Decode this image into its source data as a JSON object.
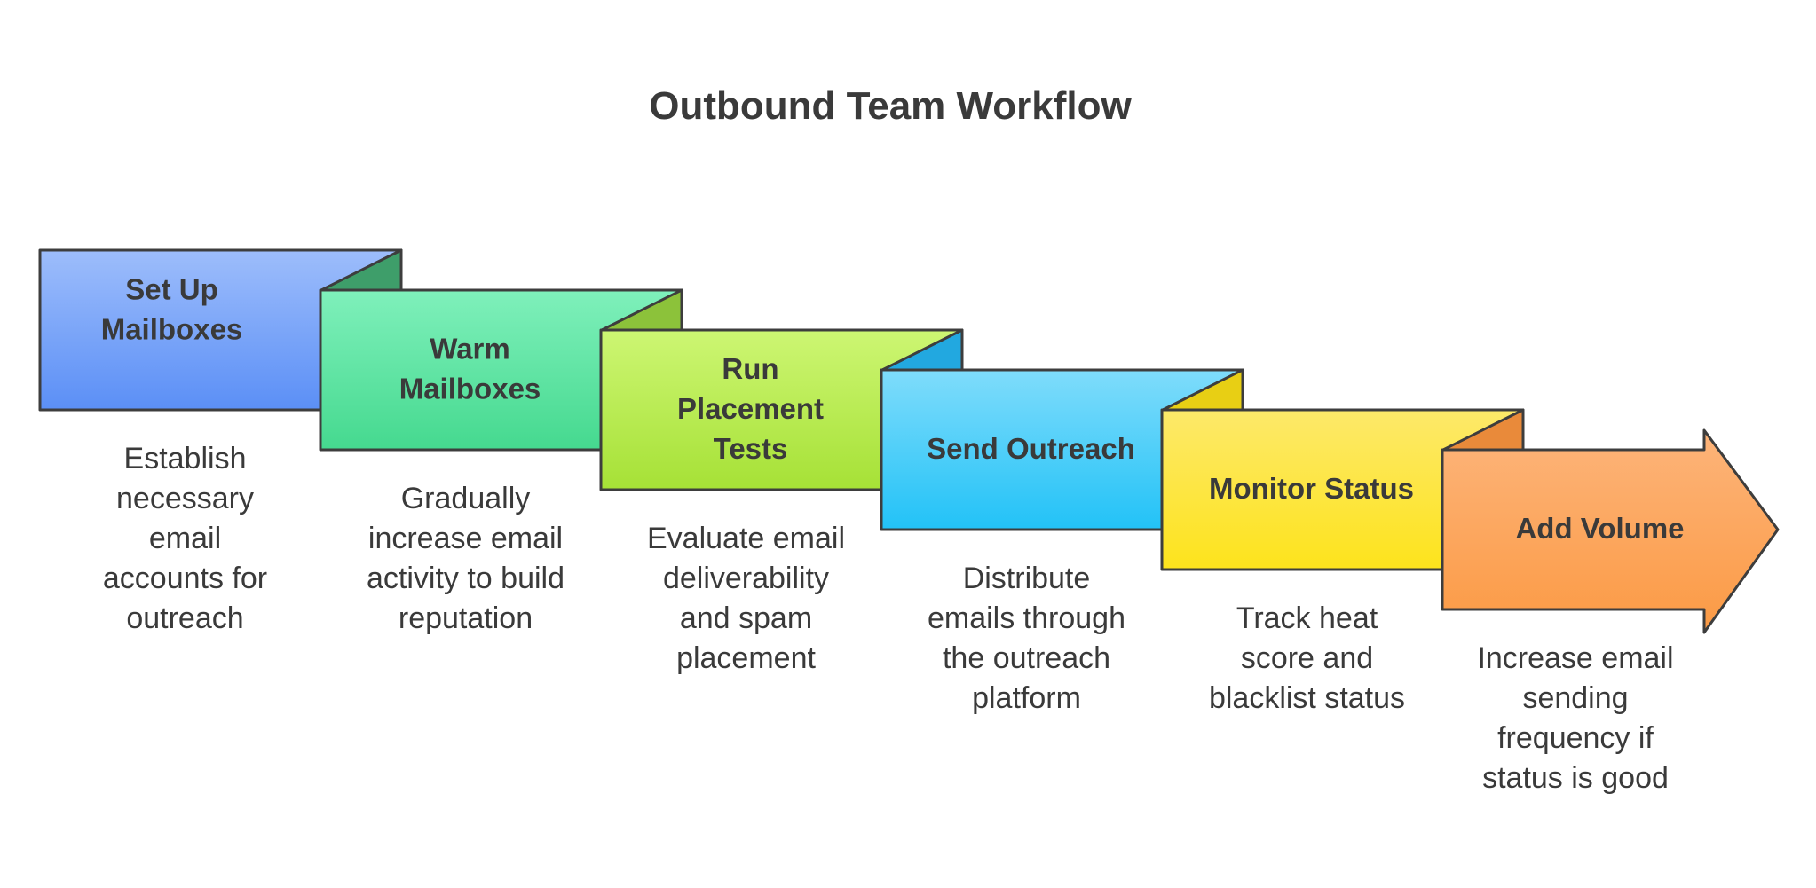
{
  "title": "Outbound Team Workflow",
  "steps": [
    {
      "label_lines": [
        "Set Up",
        "Mailboxes"
      ],
      "desc_lines": [
        "Establish",
        "necessary",
        "email",
        "accounts for",
        "outreach"
      ],
      "color_top": "#9dbdfb",
      "color_bottom": "#5b8ff6",
      "fold_color": "#3e9e6a"
    },
    {
      "label_lines": [
        "Warm",
        "Mailboxes"
      ],
      "desc_lines": [
        "Gradually",
        "increase email",
        "activity to build",
        "reputation"
      ],
      "color_top": "#7ff0bb",
      "color_bottom": "#45d98f",
      "fold_color": "#8cc23a"
    },
    {
      "label_lines": [
        "Run",
        "Placement",
        "Tests"
      ],
      "desc_lines": [
        "Evaluate email",
        "deliverability",
        "and spam",
        "placement"
      ],
      "color_top": "#cdf673",
      "color_bottom": "#a6e136",
      "fold_color": "#22a8e0"
    },
    {
      "label_lines": [
        "Send Outreach"
      ],
      "desc_lines": [
        "Distribute",
        "emails through",
        "the outreach",
        "platform"
      ],
      "color_top": "#7fdcfb",
      "color_bottom": "#22c2f7",
      "fold_color": "#e8cf14"
    },
    {
      "label_lines": [
        "Monitor Status"
      ],
      "desc_lines": [
        "Track heat",
        "score and",
        "blacklist status"
      ],
      "color_top": "#fde96a",
      "color_bottom": "#fde31c",
      "fold_color": "#e98a3a"
    },
    {
      "label_lines": [
        "Add Volume"
      ],
      "desc_lines": [
        "Increase email",
        "sending",
        "frequency if",
        "status is good"
      ],
      "color_top": "#fdb47a",
      "color_bottom": "#fb9a44",
      "fold_color": ""
    }
  ]
}
